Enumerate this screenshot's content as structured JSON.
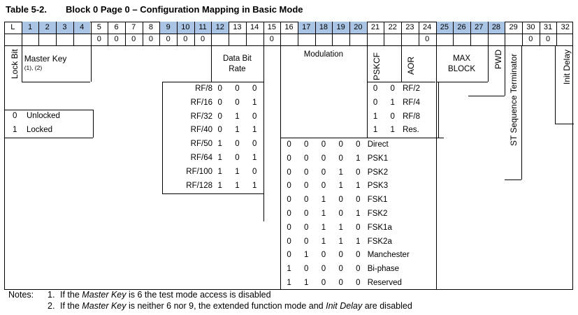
{
  "title": {
    "number": "Table 5-2.",
    "text": "Block 0 Page 0 – Configuration Mapping in Basic Mode"
  },
  "bits": [
    "L",
    "1",
    "2",
    "3",
    "4",
    "5",
    "6",
    "7",
    "8",
    "9",
    "10",
    "11",
    "12",
    "13",
    "14",
    "15",
    "16",
    "17",
    "18",
    "19",
    "20",
    "21",
    "22",
    "23",
    "24",
    "25",
    "26",
    "27",
    "28",
    "29",
    "30",
    "31",
    "32"
  ],
  "highlight_bits": [
    1,
    2,
    3,
    4,
    9,
    10,
    11,
    12,
    17,
    18,
    19,
    20,
    25,
    26,
    27,
    28
  ],
  "default_values": [
    "",
    "",
    "",
    "",
    "",
    "0",
    "0",
    "0",
    "0",
    "0",
    "0",
    "0",
    "",
    "",
    "",
    "0",
    "",
    "",
    "",
    "",
    "",
    "",
    "",
    "",
    "0",
    "",
    "",
    "",
    "",
    "",
    "0",
    "0",
    ""
  ],
  "fields": {
    "lock_bit": "Lock Bit",
    "master_key": "Master Key",
    "master_key_note": "(1), (2)",
    "data_bit_rate": [
      "Data Bit",
      "Rate"
    ],
    "modulation": "Modulation",
    "pskcf": "PSKCF",
    "aor": "AOR",
    "max_block": [
      "MAX",
      "BLOCK"
    ],
    "pwd": "PWD",
    "st_terminator": "ST Sequence Terminator",
    "init_delay": "Init Delay"
  },
  "lock_rows": [
    [
      "0",
      "Unlocked"
    ],
    [
      "1",
      "Locked"
    ]
  ],
  "data_rate_rows": [
    [
      "RF/8",
      "0",
      "0",
      "0"
    ],
    [
      "RF/16",
      "0",
      "0",
      "1"
    ],
    [
      "RF/32",
      "0",
      "1",
      "0"
    ],
    [
      "RF/40",
      "0",
      "1",
      "1"
    ],
    [
      "RF/50",
      "1",
      "0",
      "0"
    ],
    [
      "RF/64",
      "1",
      "0",
      "1"
    ],
    [
      "RF/100",
      "1",
      "1",
      "0"
    ],
    [
      "RF/128",
      "1",
      "1",
      "1"
    ]
  ],
  "pskcf_rows": [
    [
      "0",
      "0",
      "RF/2"
    ],
    [
      "0",
      "1",
      "RF/4"
    ],
    [
      "1",
      "0",
      "RF/8"
    ],
    [
      "1",
      "1",
      "Res."
    ]
  ],
  "modulation_rows": [
    [
      "0",
      "0",
      "0",
      "0",
      "0",
      "Direct"
    ],
    [
      "0",
      "0",
      "0",
      "0",
      "1",
      "PSK1"
    ],
    [
      "0",
      "0",
      "0",
      "1",
      "0",
      "PSK2"
    ],
    [
      "0",
      "0",
      "0",
      "1",
      "1",
      "PSK3"
    ],
    [
      "0",
      "0",
      "1",
      "0",
      "0",
      "FSK1"
    ],
    [
      "0",
      "0",
      "1",
      "0",
      "1",
      "FSK2"
    ],
    [
      "0",
      "0",
      "1",
      "1",
      "0",
      "FSK1a"
    ],
    [
      "0",
      "0",
      "1",
      "1",
      "1",
      "FSK2a"
    ],
    [
      "0",
      "1",
      "0",
      "0",
      "0",
      "Manchester"
    ],
    [
      "1",
      "0",
      "0",
      "0",
      "0",
      "Bi-phase"
    ],
    [
      "1",
      "1",
      "0",
      "0",
      "0",
      "Reserved"
    ]
  ],
  "notes": {
    "label": "Notes:",
    "n1_num": "1.",
    "n1_a": "If the ",
    "n1_it": "Master Key",
    "n1_b": " is 6 the test mode access is disabled",
    "n2_num": "2.",
    "n2_a": "If the ",
    "n2_it": "Master Key",
    "n2_b": " is neither 6 nor 9, the extended function mode and ",
    "n2_it2": "Init Delay",
    "n2_c": " are disabled"
  }
}
